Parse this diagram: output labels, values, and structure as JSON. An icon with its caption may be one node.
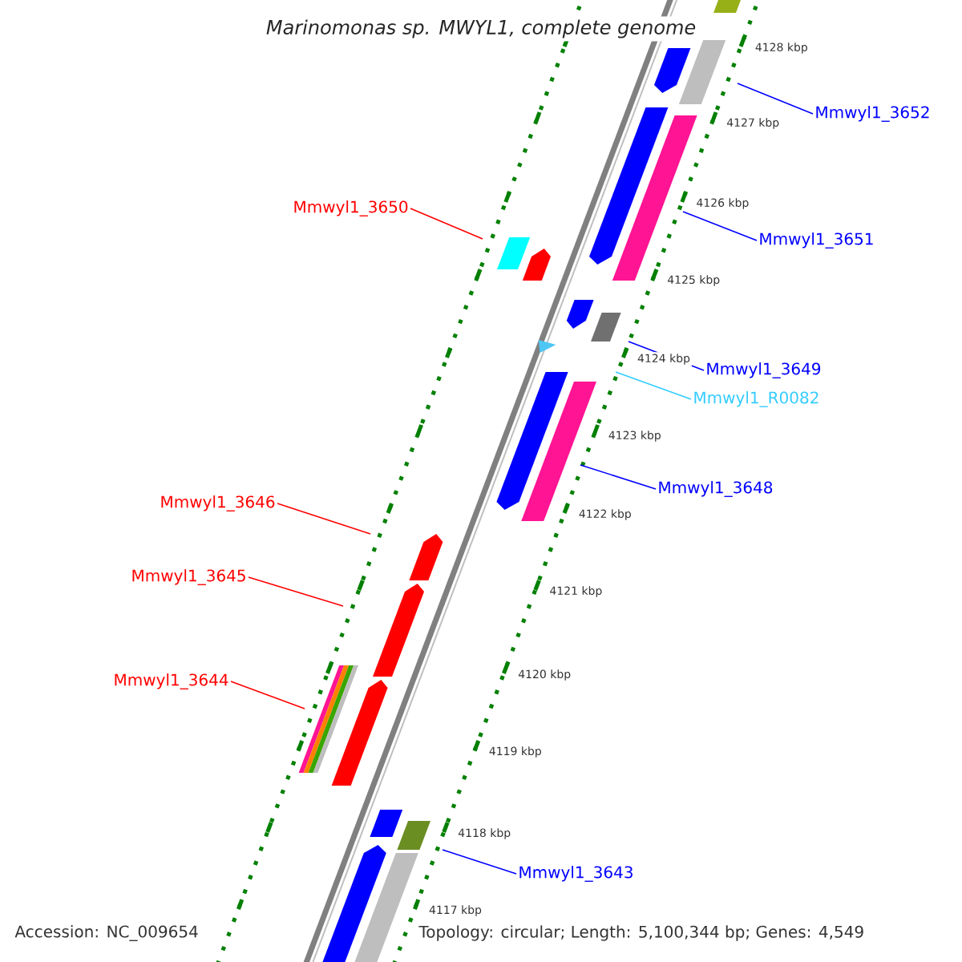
{
  "diagram": {
    "title": "*Marinomonas sp. MWYL1, complete genome*",
    "nodes": [
      {
        "text": [
          "Mmwyl1_3652"
        ]
      },
      {
        "text": [
          "Mmwyl1_3650"
        ]
      },
      {
        "text": [
          "Mmwyl1_3651"
        ]
      },
      {
        "text": [
          "Mmwyl1_3649"
        ]
      },
      {
        "text": [
          "Mmwyl1_R0082"
        ]
      },
      {
        "text": [
          "Mmwyl1_3648"
        ]
      },
      {
        "text": [
          "Mmwyl1_3646"
        ]
      },
      {
        "text": [
          "Mmwyl1_3645"
        ]
      },
      {
        "text": [
          "Mmwyl1_3644"
        ]
      },
      {
        "text": [
          "Mmwyl1_3643"
        ]
      }
    ],
    "edges": [
      {
        "from": 0,
        "to": null,
        "arrow": "none"
      },
      {
        "from": 1,
        "to": null,
        "arrow": "none",
        "color": "#ff0000"
      },
      {
        "from": 2,
        "to": null,
        "arrow": "none"
      },
      {
        "from": 3,
        "to": null,
        "arrow": "none"
      },
      {
        "from": 4,
        "to": null,
        "arrow": "none",
        "color": "#33ccff"
      },
      {
        "from": 5,
        "to": null,
        "arrow": "none"
      },
      {
        "from": 6,
        "to": null,
        "arrow": "none",
        "color": "#ff0000"
      },
      {
        "from": 7,
        "to": null,
        "arrow": "none",
        "color": "#ff0000"
      },
      {
        "from": 8,
        "to": null,
        "arrow": "none",
        "color": "#ff0000"
      },
      {
        "from": 9,
        "to": null,
        "arrow": "none"
      }
    ],
    "labels": [
      "4128 kbp",
      "4127 kbp",
      "4126 kbp",
      "4125 kbp",
      "4124 kbp",
      "4123 kbp",
      "4122 kbp",
      "4121 kbp",
      "4120 kbp",
      "4119 kbp",
      "4118 kbp",
      "4117 kbp",
      "Accession: NC_009654",
      "Topology: circular; Length: 5,100,344 bp; Genes: 4,549"
    ]
  }
}
